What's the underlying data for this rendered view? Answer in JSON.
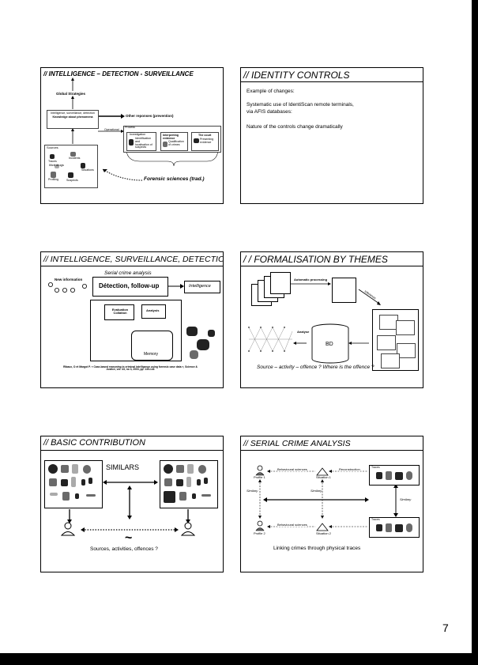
{
  "page": {
    "number": "7"
  },
  "slides": [
    {
      "title": "// INTELLIGENCE – DETECTION - SURVEILLANCE",
      "global_strategies": "Global Strategies",
      "intelligence_box": "Intelligence, surveillance, detection",
      "knowledge_box": "Knowledge about phenomena",
      "other_responses": "Other reponses (prevention)",
      "operational": "Operational",
      "process": "Process",
      "step1": "Investigation",
      "step1_sub": "Identification and localisation of suspects",
      "step2": "Interpreting evidence",
      "step2_sub": "Qualification of crimes",
      "step3": "The court",
      "step3_sub": "Presenting evidence",
      "sources": "Sources",
      "src_items": [
        "Traces",
        "Incidents",
        "Illicit drugs",
        "Situations",
        "Profiling",
        "Suspects"
      ],
      "forensic": "Forensic sciences (trad.)"
    },
    {
      "title": "// IDENTITY CONTROLS",
      "lines": [
        "Example of changes:",
        "Systematic use of IdentiScan remote terminals,",
        "via AFIS databases:",
        "Nature of the controls change dramatically"
      ]
    },
    {
      "title": "// INTELLIGENCE, SURVEILLANCE, DETECTION",
      "serial": "Serial crime analysis",
      "new_info": "New information",
      "detection": "Détection, follow-up",
      "intelligence": "Intelligence",
      "evaluation": "Evaluation Collation",
      "analysis": "Analysis",
      "memory": "Memory",
      "citation": "Ribaux, O et Margot P. « Case-based reasoning in criminal intelligence using forensic case data », Science & Justice, vol. 43, no 3, 2003, pp. 135-143"
    },
    {
      "title": "/ / FORMALISATION BY THEMES",
      "auto": "Automatic processing",
      "analyse": "Analyse",
      "bd": "BD",
      "inference": "Inference",
      "question": "Source – activity – offence ? Where is the offence ?"
    },
    {
      "title": "// BASIC CONTRIBUTION",
      "similars": "SIMILARS",
      "tilde": "~",
      "caption": "Sources, activities, offences ?"
    },
    {
      "title": "// SERIAL CRIME ANALYSIS",
      "profile1": "Profile 1",
      "profile2": "Profile 2",
      "situation1": "Situation 1",
      "situation2": "Situation 2",
      "behavioural1": "Behavioural sciences",
      "behavioural2": "Behavioural sciences",
      "reconstruction": "Reconstruction",
      "traces1": "Traces",
      "traces2": "Traces",
      "similar_left": "Similary",
      "similar_mid": "Similary",
      "similar_right": "Similary",
      "caption": "Linking crimes through physical traces"
    }
  ]
}
